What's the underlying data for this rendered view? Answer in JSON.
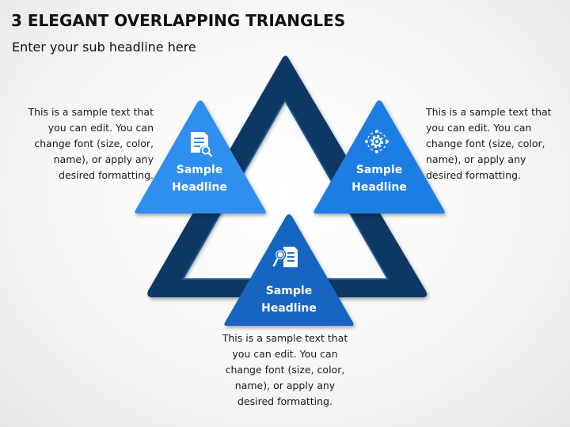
{
  "title": "3 ELEGANT OVERLAPPING TRIANGLES",
  "subtitle": "Enter your sub headline here",
  "colors": {
    "outer_triangle": "#0d3763",
    "outer_triangle_edge": "#1b5794",
    "left_triangle": "#2d8fee",
    "right_triangle": "#1f7de3",
    "bottom_triangle": "#1565c0",
    "icon": "#ffffff"
  },
  "triangles": [
    {
      "id": "left",
      "icon": "document-search-icon",
      "headline": [
        "Sample",
        "Headline"
      ],
      "text": [
        "This is a sample text that",
        "you can edit. You can",
        "change font (size, color,",
        "name), or apply any",
        "desired formatting."
      ]
    },
    {
      "id": "right",
      "icon": "gear-network-icon",
      "headline": [
        "Sample",
        "Headline"
      ],
      "text": [
        "This is a sample text that",
        "you can edit. You can",
        "change font (size, color,",
        "name), or apply any",
        "desired formatting."
      ]
    },
    {
      "id": "bottom",
      "icon": "document-magnifier-icon",
      "headline": [
        "Sample",
        "Headline"
      ],
      "text": [
        "This is a sample text that",
        "you can edit. You can",
        "change font (size, color,",
        "name), or apply any",
        "desired formatting."
      ]
    }
  ]
}
